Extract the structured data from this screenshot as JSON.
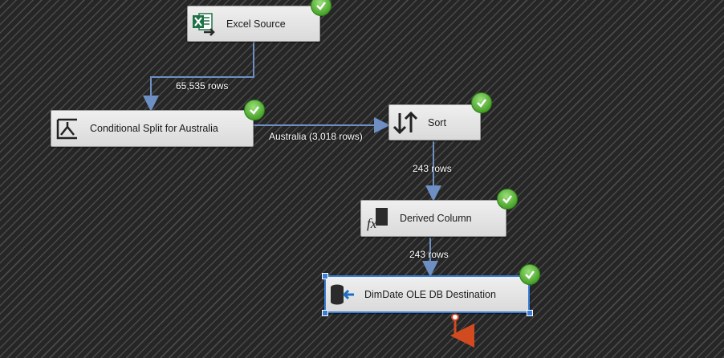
{
  "nodes": {
    "excel_source": "Excel Source",
    "conditional_split": "Conditional Split for Australia",
    "sort": "Sort",
    "derived_column": "Derived Column",
    "destination": "DimDate OLE DB Destination"
  },
  "paths": {
    "excel_to_split": "65,535 rows",
    "split_to_sort": "Australia (3,018 rows)",
    "sort_to_derived": "243 rows",
    "derived_to_dest": "243 rows"
  },
  "icons": {
    "excel_source": "excel-icon",
    "conditional_split": "conditional-split-icon",
    "sort": "sort-icon",
    "derived_column": "fx-icon",
    "destination": "ole-db-destination-icon",
    "status": "success-check-icon"
  },
  "colors": {
    "connector": "#6d8fc4",
    "error_output": "#d24a1f",
    "success": "#4aa42c",
    "selection": "#3a7fd5"
  }
}
